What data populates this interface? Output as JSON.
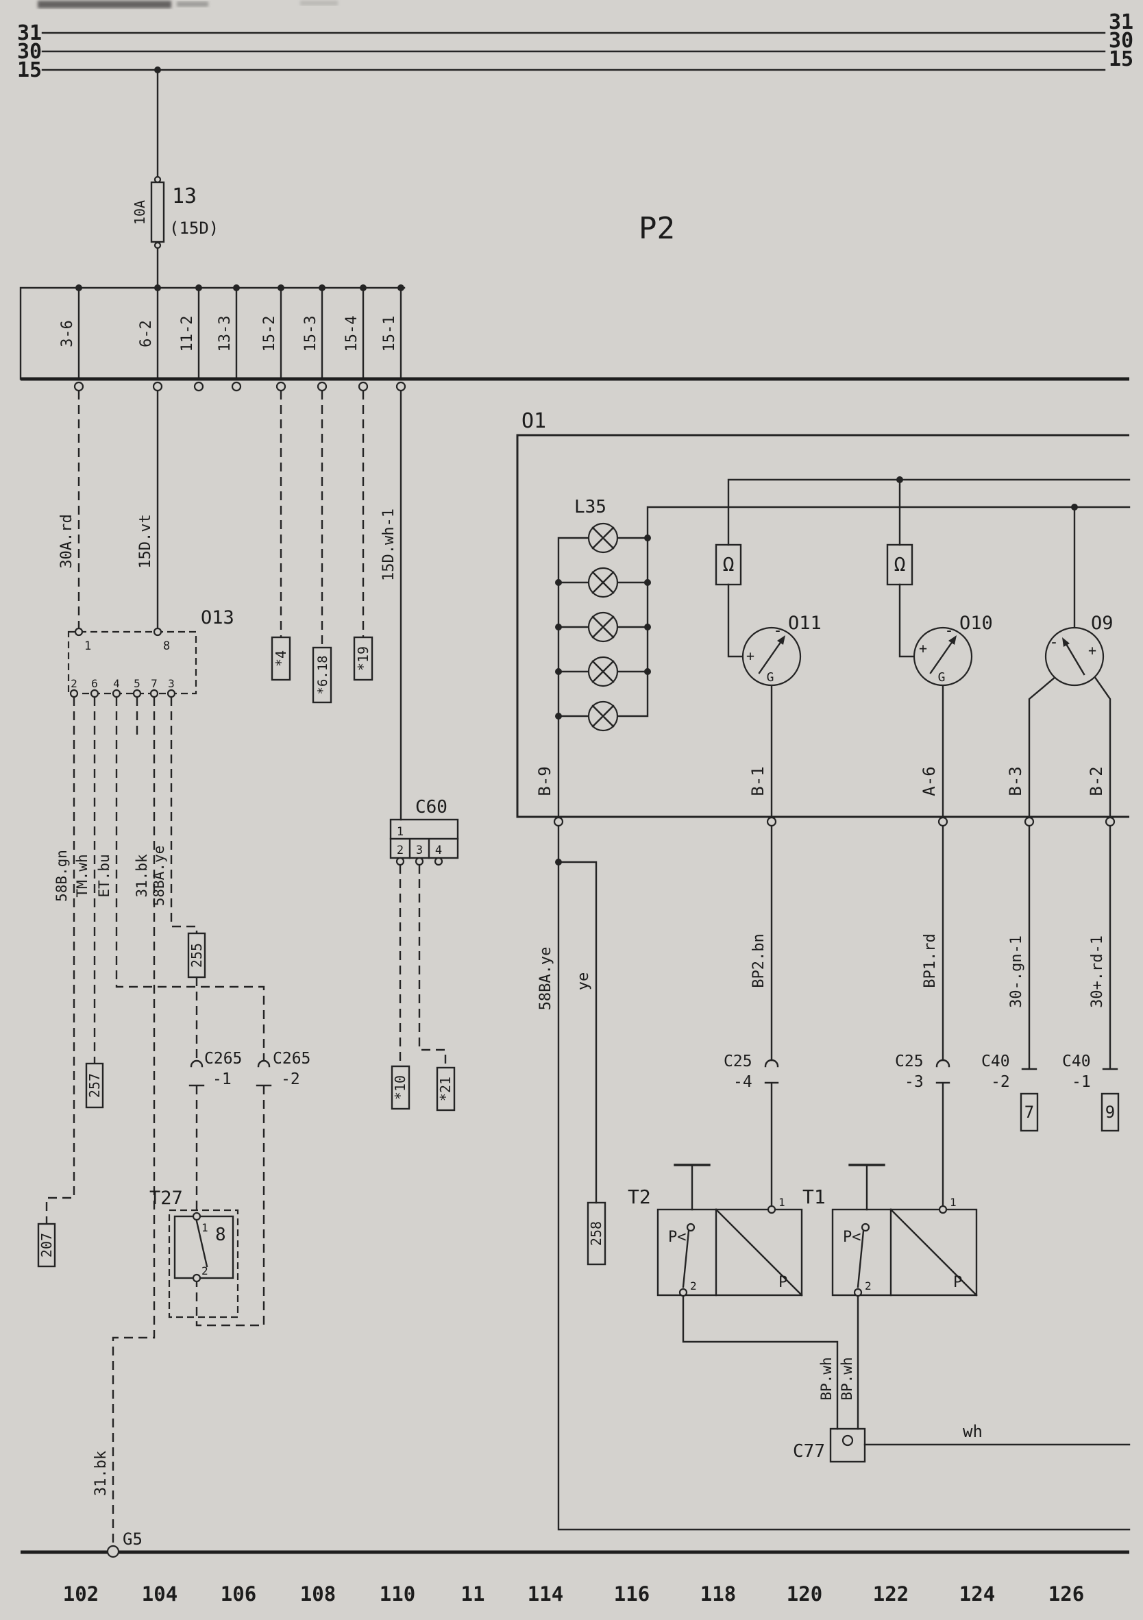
{
  "title": "P2",
  "rails": {
    "l0": "31",
    "l1": "30",
    "l2": "15",
    "r0": "31",
    "r1": "30",
    "r2": "15"
  },
  "fuse": {
    "amp": "10A",
    "id": "13",
    "circuit": "(15D)"
  },
  "conn": {
    "c0": "3-6",
    "c1": "6-2",
    "c2": "11-2",
    "c3": "13-3",
    "c4": "15-2",
    "c5": "15-3",
    "c6": "15-4",
    "c7": "15-1"
  },
  "wires": {
    "w30a": "30A.rd",
    "w15dvt": "15D.vt",
    "w15dwh": "15D.wh-1",
    "gn": "58B.gn",
    "tm": "TM.wh",
    "et": "ET.bu",
    "bk": "31.bk",
    "ye58": "58BA.ye",
    "ye58b": "58BA.ye",
    "ye": "ye",
    "bp2": "BP2.bn",
    "bp1": "BP1.rd",
    "gn30": "30-.gn-1",
    "rd30": "30+.rd-1",
    "bpwh1": "BP.wh",
    "bpwh2": "BP.wh",
    "wh": "wh",
    "bkg5": "31.bk"
  },
  "boxes": {
    "b4": "*4",
    "b618": "*6.18",
    "b19": "*19",
    "b10": "*10",
    "b21": "*21",
    "b255": "255",
    "b257": "257",
    "b207": "207",
    "b258": "258",
    "b7": "7",
    "b9": "9"
  },
  "o13": {
    "label": "O13",
    "p1": "1",
    "p8": "8",
    "pins": [
      "2",
      "6",
      "4",
      "5",
      "7",
      "3"
    ]
  },
  "c60": {
    "label": "C60",
    "p1": "1",
    "p2": "2",
    "p3": "3",
    "p4": "4"
  },
  "o1": {
    "label": "O1"
  },
  "l35": {
    "label": "L35"
  },
  "ohm": "Ω",
  "o11": {
    "label": "O11",
    "plus": "+",
    "minus": "-",
    "g": "G"
  },
  "o10": {
    "label": "O10",
    "plus": "+",
    "minus": "-",
    "g": "G"
  },
  "o9": {
    "label": "O9",
    "plus": "+",
    "minus": "-"
  },
  "pins": {
    "b9": "B-9",
    "b1": "B-1",
    "a6": "A-6",
    "b3": "B-3",
    "b2": "B-2"
  },
  "c25_4": {
    "a": "C25",
    "b": "-4"
  },
  "c25_3": {
    "a": "C25",
    "b": "-3"
  },
  "c40_2": {
    "a": "C40",
    "b": "-2"
  },
  "c40_1": {
    "a": "C40",
    "b": "-1"
  },
  "c265_1": {
    "a": "C265",
    "b": "-1"
  },
  "c265_2": {
    "a": "C265",
    "b": "-2"
  },
  "t2": {
    "label": "T2",
    "plt": "P<",
    "p": "P",
    "p1": "1",
    "p2": "2"
  },
  "t1": {
    "label": "T1",
    "plt": "P<",
    "p": "P",
    "p1": "1",
    "p2": "2"
  },
  "t27": {
    "label": "T27",
    "p1": "1",
    "p8": "8",
    "p2": "2"
  },
  "c77": {
    "label": "C77"
  },
  "g5": "G5",
  "grid": [
    "102",
    "104",
    "106",
    "108",
    "110",
    "11",
    "114",
    "116",
    "118",
    "120",
    "122",
    "124",
    "126"
  ]
}
